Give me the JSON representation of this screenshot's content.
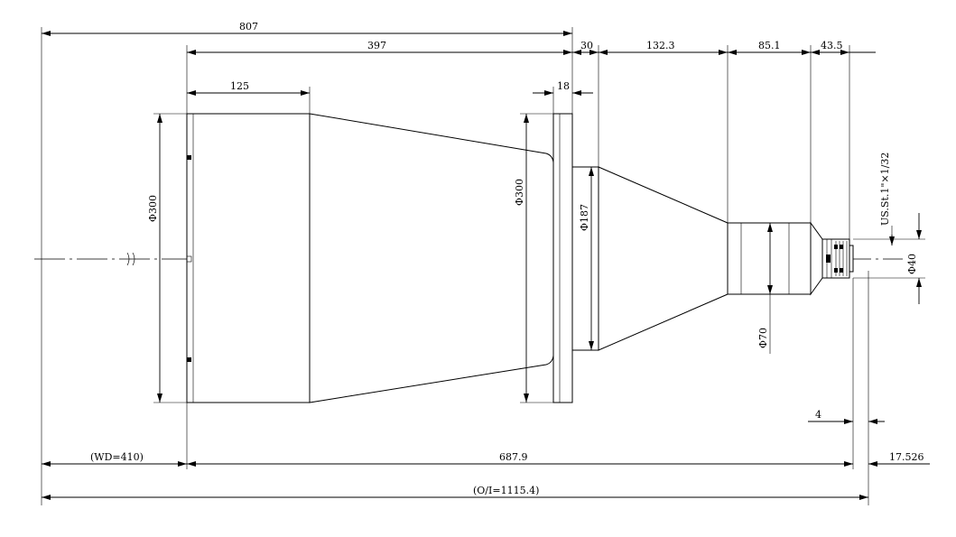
{
  "drawing": {
    "dimensions": {
      "overall_length": "807",
      "lens_length": "397",
      "flange_offset": "30",
      "rear_taper_length": "132.3",
      "rear_barrel_length": "85.1",
      "mount_length": "43.5",
      "front_barrel_length": "125",
      "flange_thickness": "18",
      "front_diameter": "Φ300",
      "flange_diameter": "Φ300",
      "rear_taper_diameter": "Φ187",
      "barrel_diameter": "Φ70",
      "mount_diameter": "Φ40",
      "thread_spec": "US.St.1\"×1/32",
      "mount_step": "4",
      "working_distance": "(WD=410)",
      "optical_length": "687.9",
      "back_focal": "17.526",
      "object_to_image": "(O/I=1115.4)"
    }
  }
}
